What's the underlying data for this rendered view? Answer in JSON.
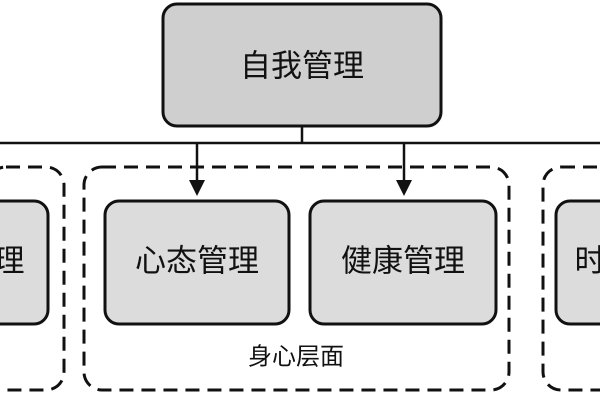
{
  "diagram": {
    "root": {
      "label": "自我管理"
    },
    "left_partial_box": {
      "label": "理"
    },
    "center_group": {
      "label": "身心层面",
      "items": [
        {
          "label": "心态管理"
        },
        {
          "label": "健康管理"
        }
      ]
    },
    "right_partial_box": {
      "label": "时"
    }
  },
  "colors": {
    "box_fill": "#dcdcdc",
    "root_fill": "#cfcfcf",
    "stroke": "#111111",
    "background": "#ffffff"
  }
}
